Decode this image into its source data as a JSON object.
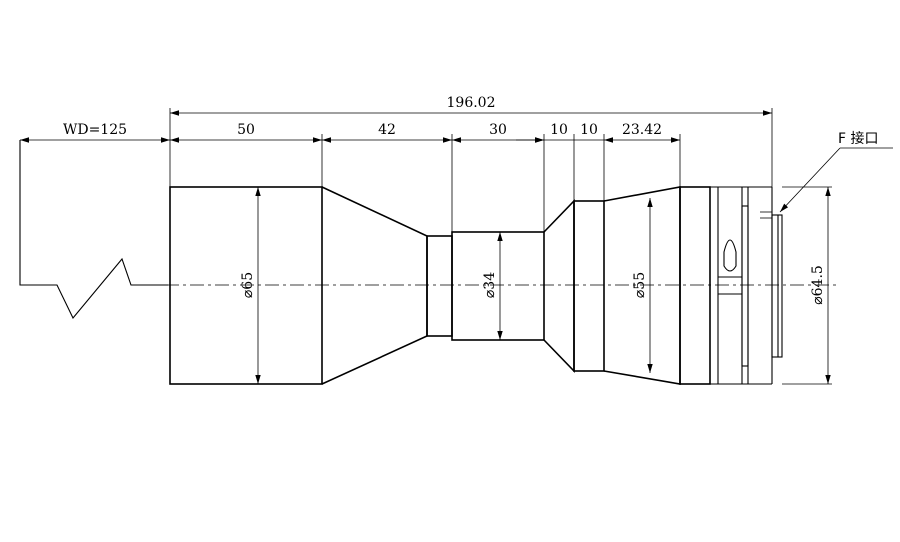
{
  "dimensions": {
    "total_length": "196.02",
    "working_distance": "WD=125",
    "seg_front": "50",
    "seg_taper": "42",
    "seg_middle": "30",
    "seg_step_a": "10",
    "seg_step_b": "10",
    "seg_rear": "23.42",
    "dia_front": "⌀65",
    "dia_middle": "⌀34",
    "dia_rear": "⌀55",
    "dia_mount": "⌀64.5"
  },
  "callouts": {
    "mount": "F 接口"
  }
}
